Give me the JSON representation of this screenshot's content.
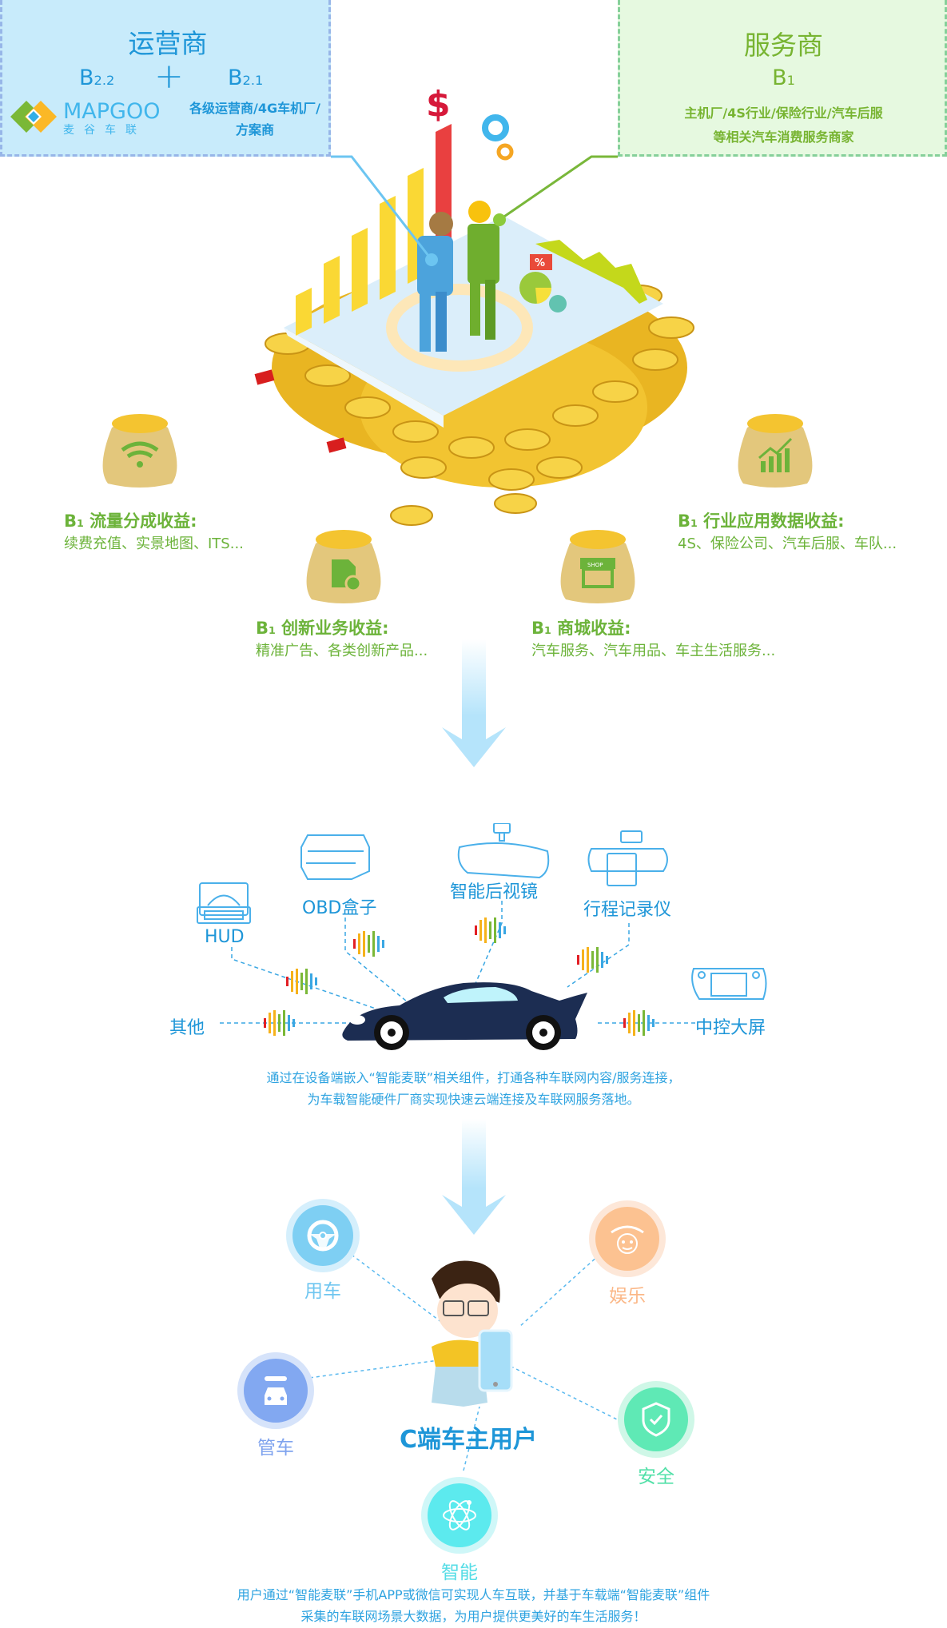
{
  "operator": {
    "title": "运营商",
    "b22_main": "B",
    "b22_sub": "2.2",
    "plus": "+",
    "b21_main": "B",
    "b21_sub": "2.1",
    "logo_name": "MAPGOO",
    "logo_cn": "麦谷车联",
    "desc_line1": "各级运营商/4G车机厂/",
    "desc_line2": "方案商"
  },
  "provider": {
    "title": "服务商",
    "b1_main": "B",
    "b1_sub": "1",
    "desc_line1": "主机厂/4S行业/保险行业/汽车后服",
    "desc_line2": "等相关汽车消费服务商家"
  },
  "hero_illustration": {
    "dollar_sign": "$",
    "percent_tag": "%"
  },
  "revenues": [
    {
      "b": "B",
      "sub": "1",
      "title": "流量分成收益:",
      "desc": "续费充值、实景地图、ITS...",
      "icon": "wifi-icon"
    },
    {
      "b": "B",
      "sub": "1",
      "title": "创新业务收益:",
      "desc": "精准广告、各类创新产品...",
      "icon": "document-chart-icon"
    },
    {
      "b": "B",
      "sub": "1",
      "title": "商城收益:",
      "desc": "汽车服务、汽车用品、车主生活服务...",
      "icon": "shop-icon"
    },
    {
      "b": "B",
      "sub": "1",
      "title": "行业应用数据收益:",
      "desc": "4S、保险公司、汽车后服、车队...",
      "icon": "growth-chart-icon"
    }
  ],
  "shop_icon_text": "SHOP",
  "devices": {
    "hud": "HUD",
    "obd": "OBD盒子",
    "mirror": "智能后视镜",
    "recorder": "行程记录仪",
    "other": "其他",
    "screen": "中控大屏"
  },
  "device_caption": {
    "line1": "通过在设备端嵌入“智能麦联”相关组件，打通各种车联网内容/服务连接，",
    "line2": "为车载智能硬件厂商实现快速云端连接及车联网服务落地。"
  },
  "user_section": {
    "center_label": "C端车主用户",
    "features": [
      {
        "label": "用车",
        "icon": "steering-wheel-icon",
        "color": "#7ecff3",
        "ring": "#d5effc",
        "text": "#6fc6f0"
      },
      {
        "label": "娱乐",
        "icon": "jester-icon",
        "color": "#fcc291",
        "ring": "#fde7d8",
        "text": "#fbb888"
      },
      {
        "label": "管车",
        "icon": "car-wrench-icon",
        "color": "#82a8f1",
        "ring": "#d6e3fa",
        "text": "#7fa3ee"
      },
      {
        "label": "安全",
        "icon": "shield-check-icon",
        "color": "#5fe9b5",
        "ring": "#cff7e7",
        "text": "#52e0a8"
      },
      {
        "label": "智能",
        "icon": "atom-icon",
        "color": "#5ceaee",
        "ring": "#cff7f8",
        "text": "#55dde6"
      }
    ],
    "caption_line1": "用户通过“智能麦联”手机APP或微信可实现人车互联，并基于车载端“智能麦联”组件",
    "caption_line2": "采集的车联网场景大数据，为用户提供更美好的车生活服务！"
  },
  "colors": {
    "operator_blue": "#1e96d8",
    "provider_green": "#77b431",
    "arrow_blue": "#b5e4fb",
    "car_navy": "#1c2d52"
  }
}
